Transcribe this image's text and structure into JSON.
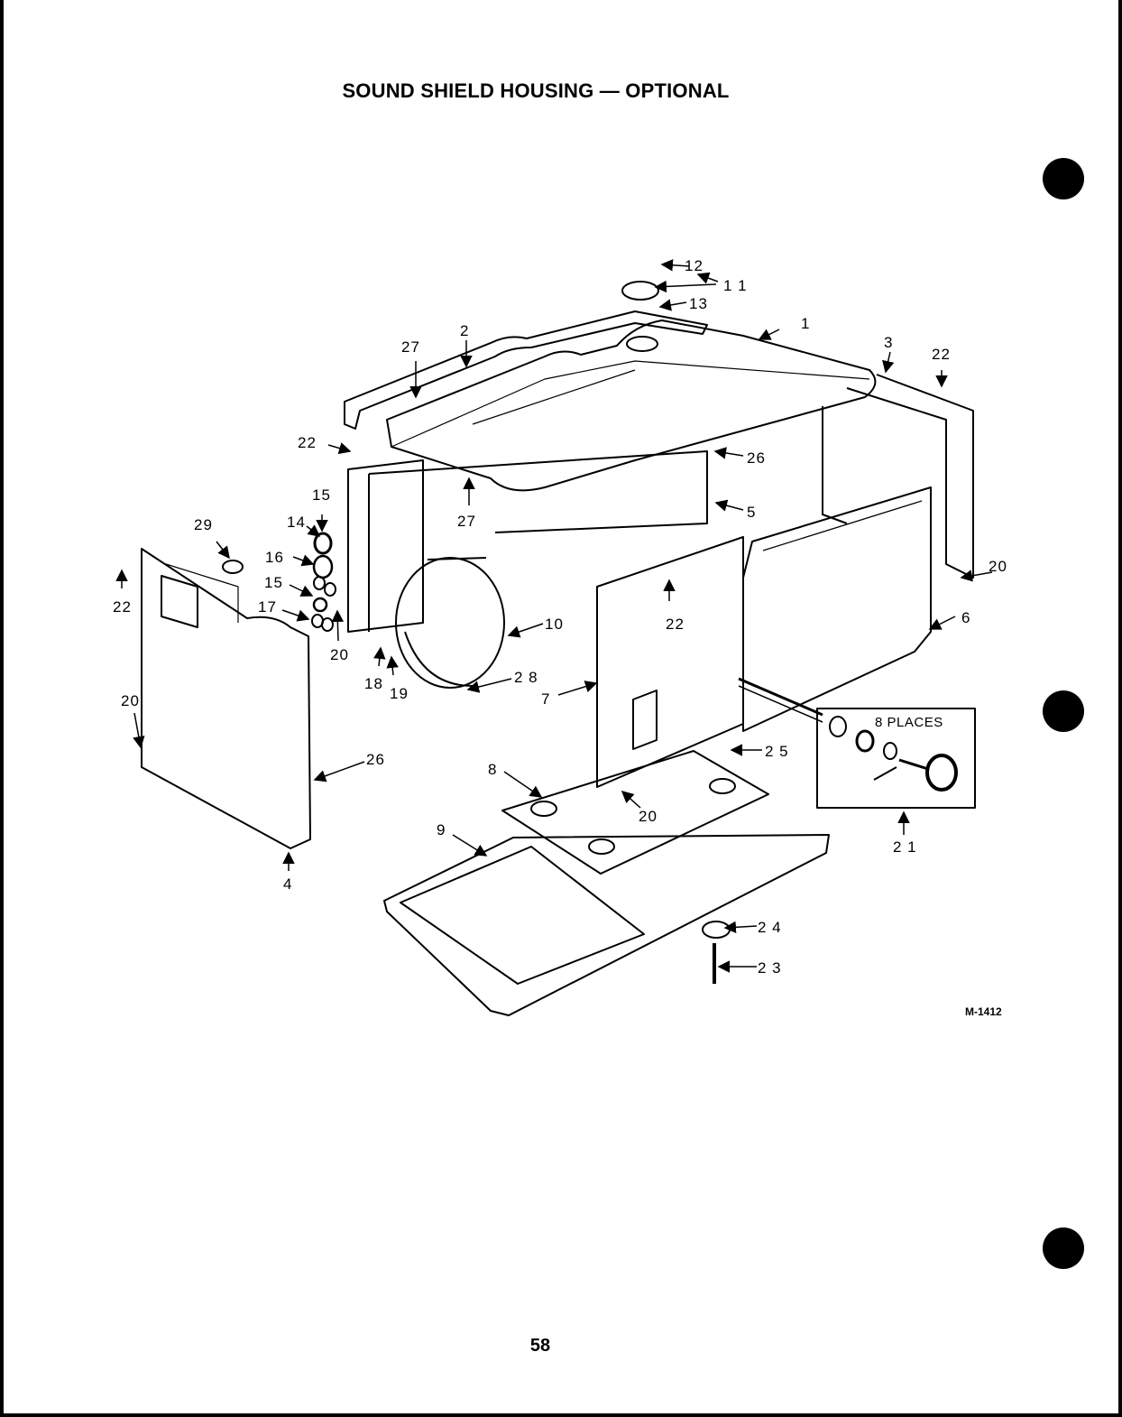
{
  "title": "SOUND SHIELD HOUSING — OPTIONAL",
  "figure_code": "M-1412",
  "page_number": "58",
  "callout_note": "8 PLACES",
  "part_labels": {
    "p1": "1",
    "p2": "2",
    "p3": "3",
    "p4": "4",
    "p5": "5",
    "p6": "6",
    "p7": "7",
    "p8": "8",
    "p9": "9",
    "p10": "10",
    "p11": "1 1",
    "p12": "12",
    "p13": "13",
    "p14": "14",
    "p15a": "15",
    "p15b": "15",
    "p16": "16",
    "p17": "17",
    "p18": "18",
    "p19": "19",
    "p20a": "20",
    "p20b": "20",
    "p20c": "20",
    "p20d": "20",
    "p21": "2 1",
    "p22a": "22",
    "p22b": "22",
    "p22c": "22",
    "p22d": "22",
    "p23": "2 3",
    "p24": "2 4",
    "p25": "2 5",
    "p26a": "26",
    "p26b": "26",
    "p27a": "27",
    "p27b": "27",
    "p28": "2 8",
    "p29": "29"
  }
}
